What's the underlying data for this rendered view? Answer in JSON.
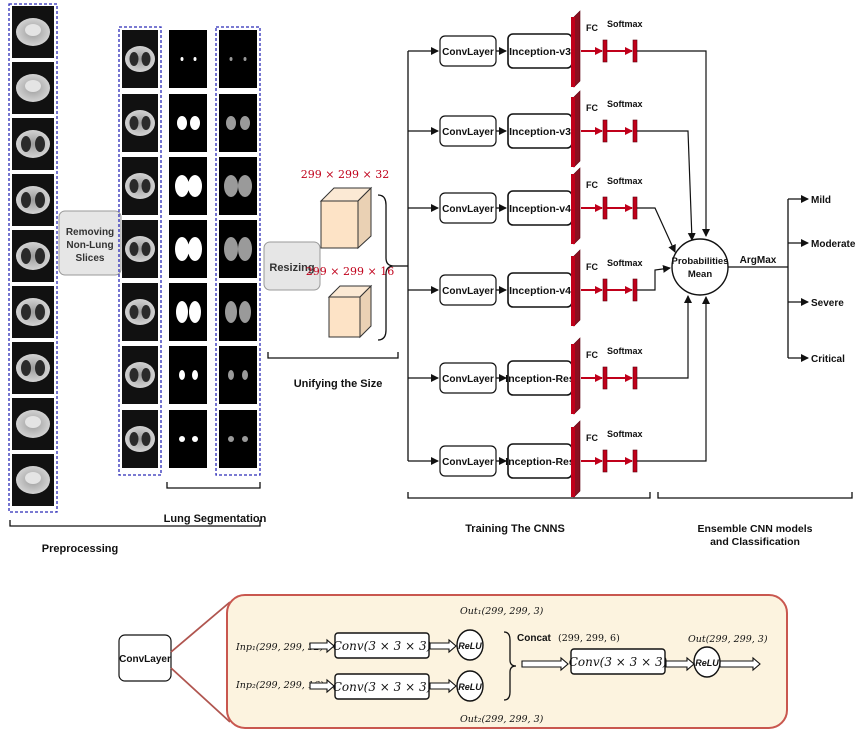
{
  "preprocessing": {
    "remove_box_label": [
      "Removing",
      "Non-Lung",
      "Slices"
    ],
    "lung_segmentation_label": "Lung Segmentation",
    "preprocessing_label": "Preprocessing"
  },
  "resizing": {
    "button_label": "Resizing",
    "size_large": "299 × 299 × 32",
    "size_small": "299 × 299 × 16",
    "unifying_label": "Unifying the Size"
  },
  "cnns": {
    "rows": [
      {
        "conv": "ConvLayer",
        "model": "Inception-v3",
        "fc": "FC",
        "softmax": "Softmax"
      },
      {
        "conv": "ConvLayer",
        "model": "Inception-v3",
        "fc": "FC",
        "softmax": "Softmax"
      },
      {
        "conv": "ConvLayer",
        "model": "Inception-v4",
        "fc": "FC",
        "softmax": "Softmax"
      },
      {
        "conv": "ConvLayer",
        "model": "Inception-v4",
        "fc": "FC",
        "softmax": "Softmax"
      },
      {
        "conv": "ConvLayer",
        "model": "Inception-Res",
        "fc": "FC",
        "softmax": "Softmax"
      },
      {
        "conv": "ConvLayer",
        "model": "Inception-Res",
        "fc": "FC",
        "softmax": "Softmax"
      }
    ],
    "training_label": "Training The CNNS"
  },
  "ensemble": {
    "node_label": [
      "Probabilities",
      "Mean"
    ],
    "argmax_label": "ArgMax",
    "classes": [
      "Mild",
      "Moderate",
      "Severe",
      "Critical"
    ],
    "label_lines": [
      "Ensemble CNN models",
      "and Classification"
    ]
  },
  "convlayer_detail": {
    "title": "ConvLayer",
    "inp1": "Inp₁(299, 299, 32)",
    "inp2": "Inp₂(299, 299, 16)",
    "conv_label": "Conv(3 × 3 × 3)",
    "relu": "ReLU",
    "out1": "Out₁(299, 299, 3)",
    "out2": "Out₂(299, 299, 3)",
    "concat": "Concat",
    "concat_dims": "(299, 299, 6)",
    "out": "Out(299, 299, 3)"
  },
  "colors": {
    "accent_red": "#c0001a",
    "dashed_blue": "#2b2bb8",
    "cube_fill": "#fde3c6",
    "detail_bg": "#fcf3df",
    "detail_border": "#c9574f"
  }
}
